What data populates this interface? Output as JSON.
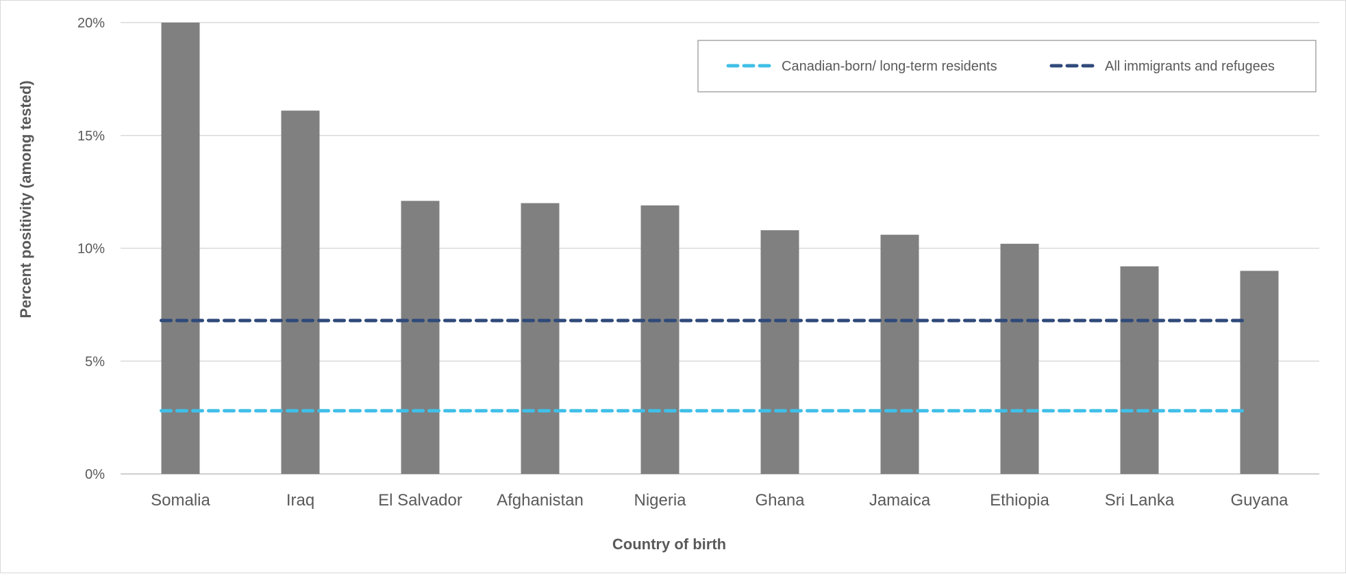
{
  "chart_data": {
    "type": "bar",
    "title": "",
    "xlabel": "Country of birth",
    "ylabel": "Percent positivity (among tested)",
    "ylim": [
      0,
      20
    ],
    "yticks": [
      {
        "value": 0,
        "label": "0%"
      },
      {
        "value": 5,
        "label": "5%"
      },
      {
        "value": 10,
        "label": "10%"
      },
      {
        "value": 15,
        "label": "15%"
      },
      {
        "value": 20,
        "label": "20%"
      }
    ],
    "categories": [
      "Somalia",
      "Iraq",
      "El Salvador",
      "Afghanistan",
      "Nigeria",
      "Ghana",
      "Jamaica",
      "Ethiopia",
      "Sri Lanka",
      "Guyana"
    ],
    "values": [
      20.0,
      16.1,
      12.1,
      12.0,
      11.9,
      10.8,
      10.6,
      10.2,
      9.2,
      9.0
    ],
    "bar_color": "#808080",
    "grid": true,
    "legend_position": "top-right",
    "reference_lines": [
      {
        "name": "Canadian-born/ long-term residents",
        "value": 2.8,
        "color": "#40bfe8",
        "style": "dashed"
      },
      {
        "name": "All immigrants and refugees",
        "value": 6.8,
        "color": "#2f4a7a",
        "style": "dashed"
      }
    ]
  }
}
